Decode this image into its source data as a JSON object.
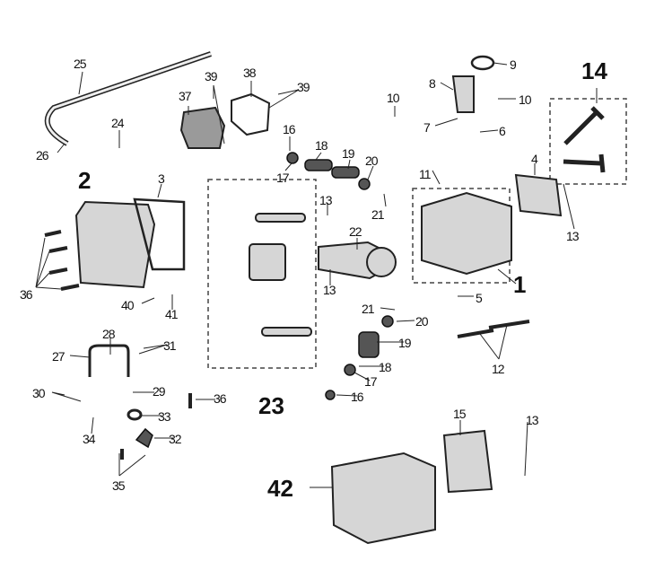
{
  "diagram": {
    "callouts": [
      {
        "id": "c25",
        "text": "25"
      },
      {
        "id": "c26",
        "text": "26"
      },
      {
        "id": "c24",
        "text": "24"
      },
      {
        "id": "c2",
        "text": "2"
      },
      {
        "id": "c3",
        "text": "3"
      },
      {
        "id": "c36a",
        "text": "36"
      },
      {
        "id": "c40",
        "text": "40"
      },
      {
        "id": "c41",
        "text": "41"
      },
      {
        "id": "c37",
        "text": "37"
      },
      {
        "id": "c38",
        "text": "38"
      },
      {
        "id": "c39a",
        "text": "39"
      },
      {
        "id": "c39b",
        "text": "39"
      },
      {
        "id": "c16a",
        "text": "16"
      },
      {
        "id": "c18a",
        "text": "18"
      },
      {
        "id": "c19a",
        "text": "19"
      },
      {
        "id": "c20a",
        "text": "20"
      },
      {
        "id": "c17a",
        "text": "17"
      },
      {
        "id": "c13a",
        "text": "13"
      },
      {
        "id": "c13b",
        "text": "13"
      },
      {
        "id": "c22",
        "text": "22"
      },
      {
        "id": "c23",
        "text": "23"
      },
      {
        "id": "c10a",
        "text": "10"
      },
      {
        "id": "c10b",
        "text": "10"
      },
      {
        "id": "c9",
        "text": "9"
      },
      {
        "id": "c8",
        "text": "8"
      },
      {
        "id": "c7",
        "text": "7"
      },
      {
        "id": "c6",
        "text": "6"
      },
      {
        "id": "c11",
        "text": "11"
      },
      {
        "id": "c21a",
        "text": "21"
      },
      {
        "id": "c14",
        "text": "14"
      },
      {
        "id": "c4",
        "text": "4"
      },
      {
        "id": "c13c",
        "text": "13"
      },
      {
        "id": "c1",
        "text": "1"
      },
      {
        "id": "c5",
        "text": "5"
      },
      {
        "id": "c21b",
        "text": "21"
      },
      {
        "id": "c20b",
        "text": "20"
      },
      {
        "id": "c19b",
        "text": "19"
      },
      {
        "id": "c18b",
        "text": "18"
      },
      {
        "id": "c17b",
        "text": "17"
      },
      {
        "id": "c16b",
        "text": "16"
      },
      {
        "id": "c12",
        "text": "12"
      },
      {
        "id": "c28",
        "text": "28"
      },
      {
        "id": "c27",
        "text": "27"
      },
      {
        "id": "c31",
        "text": "31"
      },
      {
        "id": "c29",
        "text": "29"
      },
      {
        "id": "c30",
        "text": "30"
      },
      {
        "id": "c36b",
        "text": "36"
      },
      {
        "id": "c33",
        "text": "33"
      },
      {
        "id": "c34",
        "text": "34"
      },
      {
        "id": "c32",
        "text": "32"
      },
      {
        "id": "c35",
        "text": "35"
      },
      {
        "id": "c15",
        "text": "15"
      },
      {
        "id": "c13d",
        "text": "13"
      },
      {
        "id": "c42",
        "text": "42"
      }
    ]
  }
}
